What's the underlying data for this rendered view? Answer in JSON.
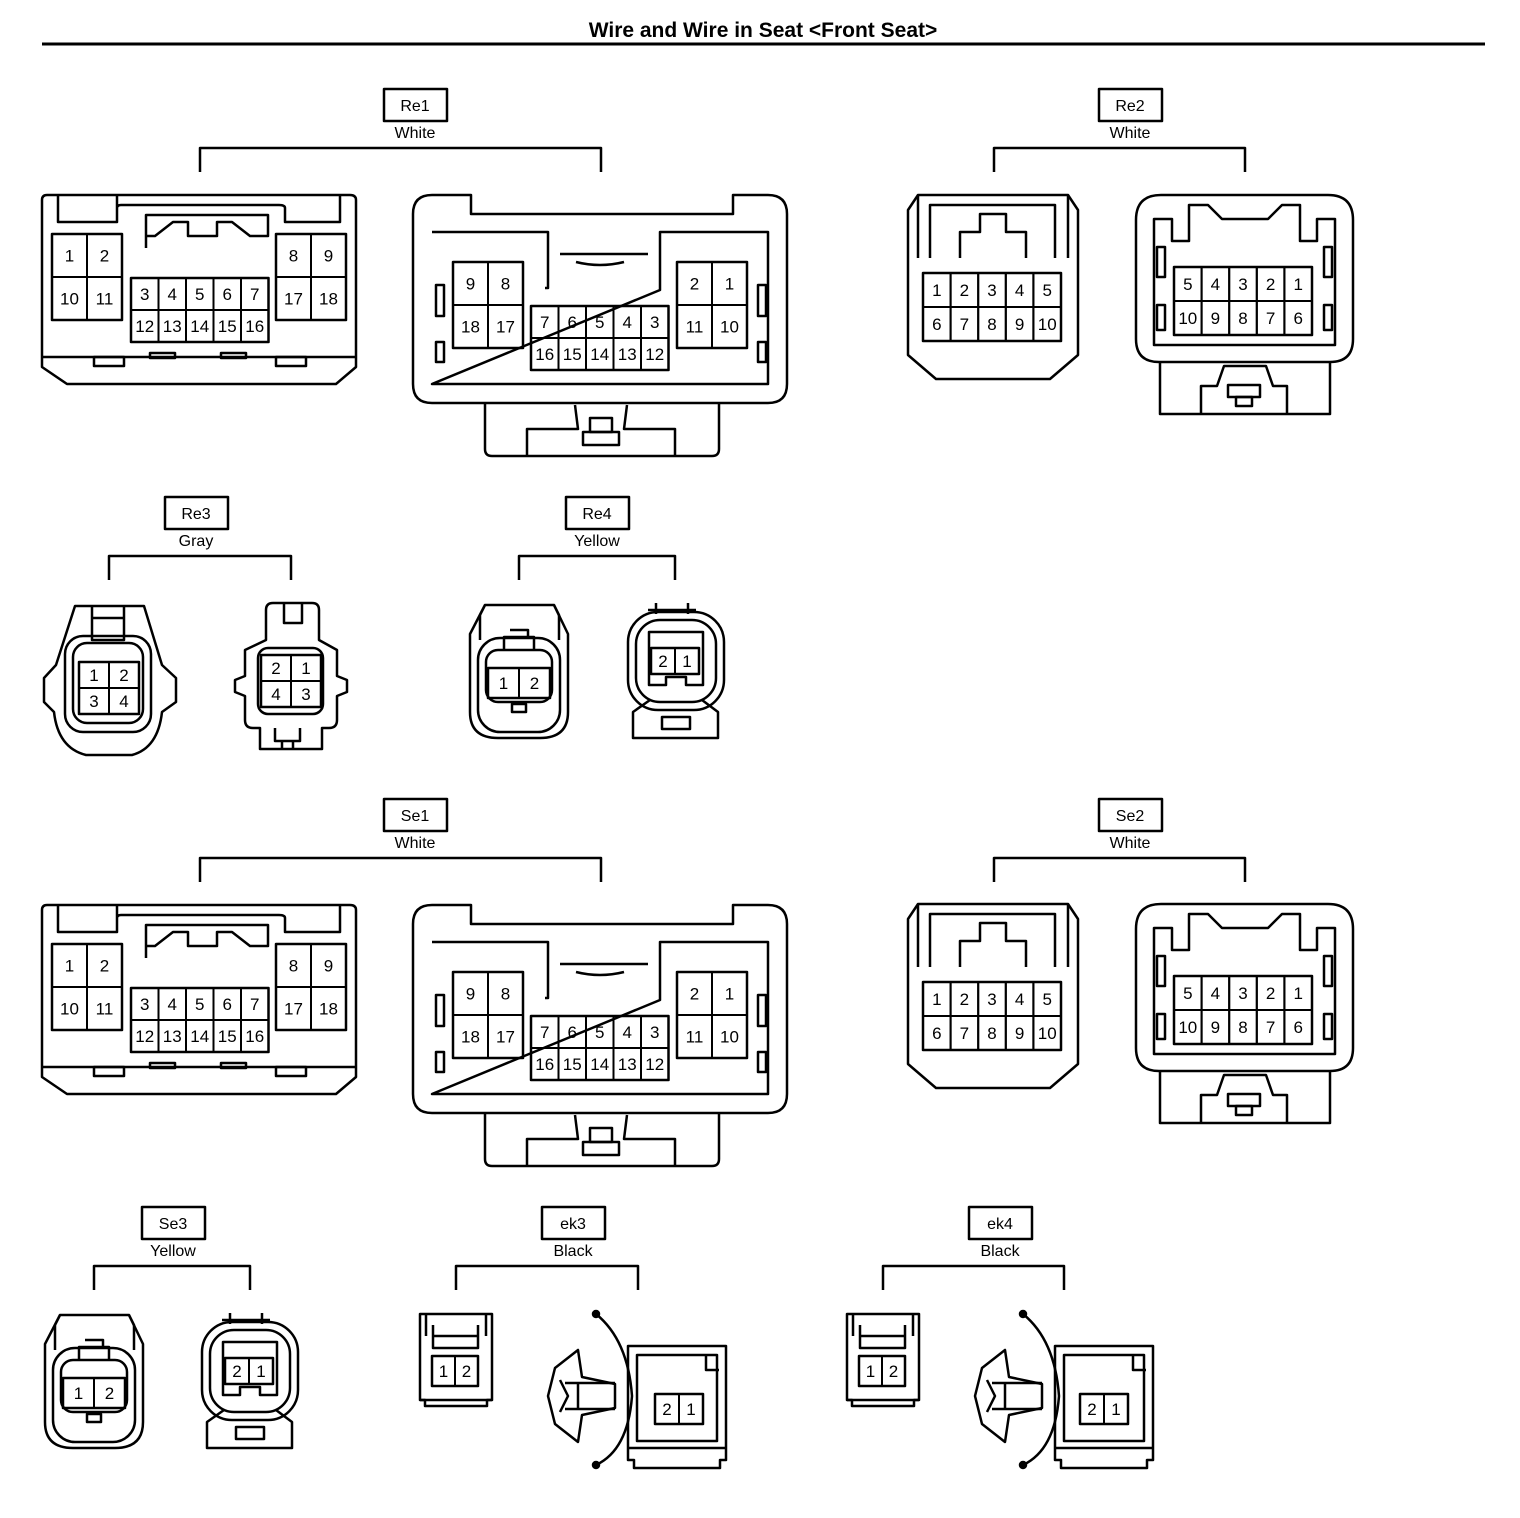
{
  "title": "Wire and Wire in Seat <Front Seat>",
  "connectors": {
    "Re1": {
      "label": "Re1",
      "color": "White"
    },
    "Re2": {
      "label": "Re2",
      "color": "White"
    },
    "Re3": {
      "label": "Re3",
      "color": "Gray"
    },
    "Re4": {
      "label": "Re4",
      "color": "Yellow"
    },
    "Se1": {
      "label": "Se1",
      "color": "White"
    },
    "Se2": {
      "label": "Se2",
      "color": "White"
    },
    "Se3": {
      "label": "Se3",
      "color": "Yellow"
    },
    "ek3": {
      "label": "ek3",
      "color": "Black"
    },
    "ek4": {
      "label": "ek4",
      "color": "Black"
    }
  },
  "pinouts": {
    "p18a": {
      "g1": [
        "1",
        "2",
        "10",
        "11"
      ],
      "g2": [
        "3",
        "4",
        "5",
        "6",
        "7",
        "12",
        "13",
        "14",
        "15",
        "16"
      ],
      "g3": [
        "8",
        "9",
        "17",
        "18"
      ]
    },
    "p18b": {
      "g1": [
        "9",
        "8",
        "18",
        "17"
      ],
      "g2": [
        "7",
        "6",
        "5",
        "4",
        "3",
        "16",
        "15",
        "14",
        "13",
        "12"
      ],
      "g3": [
        "2",
        "1",
        "11",
        "10"
      ]
    },
    "p10a": [
      "1",
      "2",
      "3",
      "4",
      "5",
      "6",
      "7",
      "8",
      "9",
      "10"
    ],
    "p10b": [
      "5",
      "4",
      "3",
      "2",
      "1",
      "10",
      "9",
      "8",
      "7",
      "6"
    ],
    "p4a": [
      "1",
      "2",
      "3",
      "4"
    ],
    "p4b": [
      "2",
      "1",
      "4",
      "3"
    ],
    "p2a": [
      "1",
      "2"
    ],
    "p2b": [
      "2",
      "1"
    ]
  }
}
